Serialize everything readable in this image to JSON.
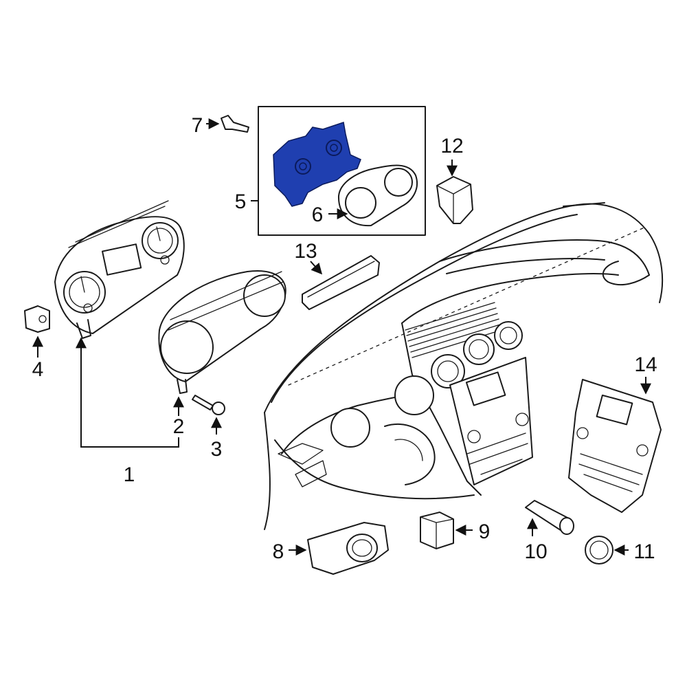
{
  "diagram": {
    "highlight_color": "#1f3fb0",
    "line_color": "#1a1a1a",
    "callouts": [
      {
        "id": "c1",
        "label": "1"
      },
      {
        "id": "c2",
        "label": "2"
      },
      {
        "id": "c3",
        "label": "3"
      },
      {
        "id": "c4",
        "label": "4"
      },
      {
        "id": "c5",
        "label": "5"
      },
      {
        "id": "c6",
        "label": "6"
      },
      {
        "id": "c7",
        "label": "7"
      },
      {
        "id": "c8",
        "label": "8"
      },
      {
        "id": "c9",
        "label": "9"
      },
      {
        "id": "c10",
        "label": "10"
      },
      {
        "id": "c11",
        "label": "11"
      },
      {
        "id": "c12",
        "label": "12"
      },
      {
        "id": "c13",
        "label": "13"
      },
      {
        "id": "c14",
        "label": "14"
      }
    ]
  }
}
